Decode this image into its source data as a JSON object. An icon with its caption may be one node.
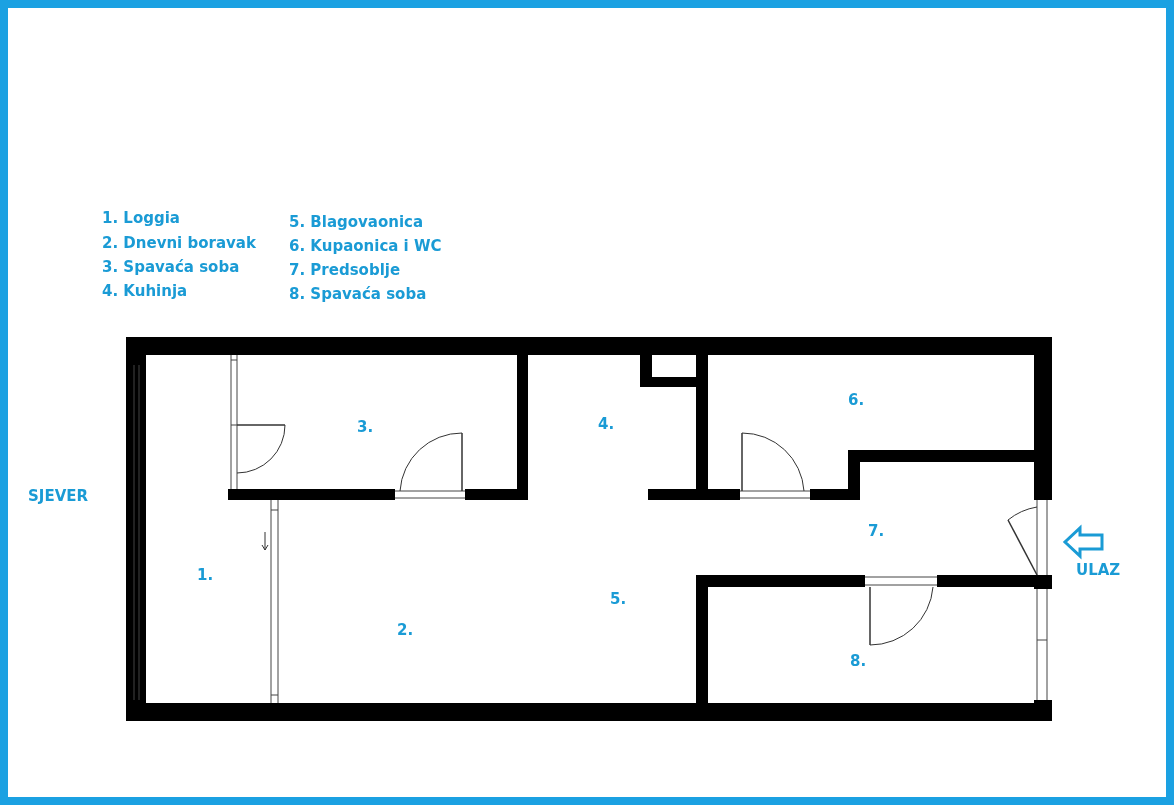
{
  "diagram": {
    "labels": [
      "1. Loggia",
      "2. Dnevni boravak",
      "3. Spavaća soba",
      "4. Kuhinja",
      "5. Blagovaonica",
      "6. Kupaonica i WC",
      "7. Predsoblje",
      "8. Spavaća soba",
      "3.",
      "4.",
      "6.",
      "SJEVER",
      "7.",
      "ULAZ",
      "1.",
      "5.",
      "2.",
      "8."
    ]
  }
}
